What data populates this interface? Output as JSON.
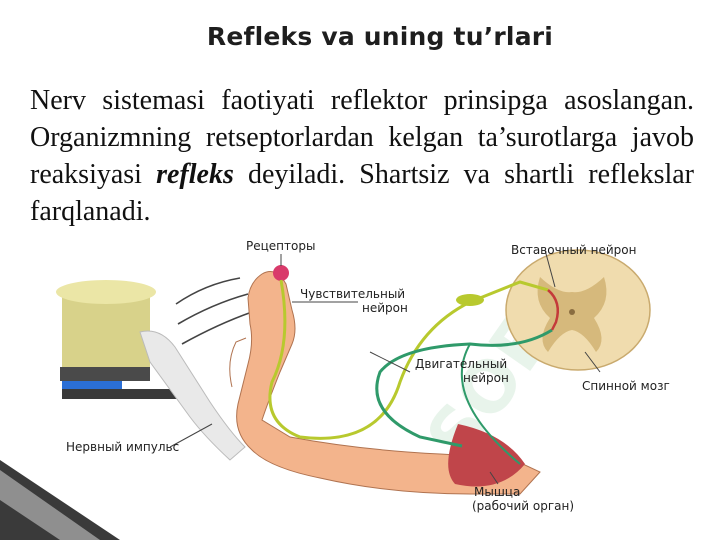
{
  "slide": {
    "title": "Refleks va uning tu’rlari",
    "paragraph": {
      "before": "Nerv sistemasi faotiyati reflektor prinsipga asoslangan. Organizmning retseptorlardan kelgan ta’surotlarga javob reaksiyasi ",
      "emphasis": "refleks",
      "after": " deyiladi. Shartsiz va shartli reflekslar farqlanadi."
    }
  },
  "figure": {
    "labels": {
      "receptors": "Рецепторы",
      "sensory_neuron_1": "Чувствительный",
      "sensory_neuron_2": "нейрон",
      "interneuron": "Вставочный нейрон",
      "motor_neuron_1": "Двигательный",
      "motor_neuron_2": "нейрон",
      "spinal_cord": "Спинной мозг",
      "nerve_impulse": "Нервный импульс",
      "muscle_1": "Мышца",
      "muscle_2": "(рабочий орган)"
    },
    "watermark": "SOFT",
    "colors": {
      "sensory": "#b8c92e",
      "motor": "#2f9a6a",
      "muscle": "#c0454a",
      "skin": "#f3b48c",
      "spinal_cord": "#f0dcae",
      "grey_matter": "#d6b97c"
    }
  }
}
